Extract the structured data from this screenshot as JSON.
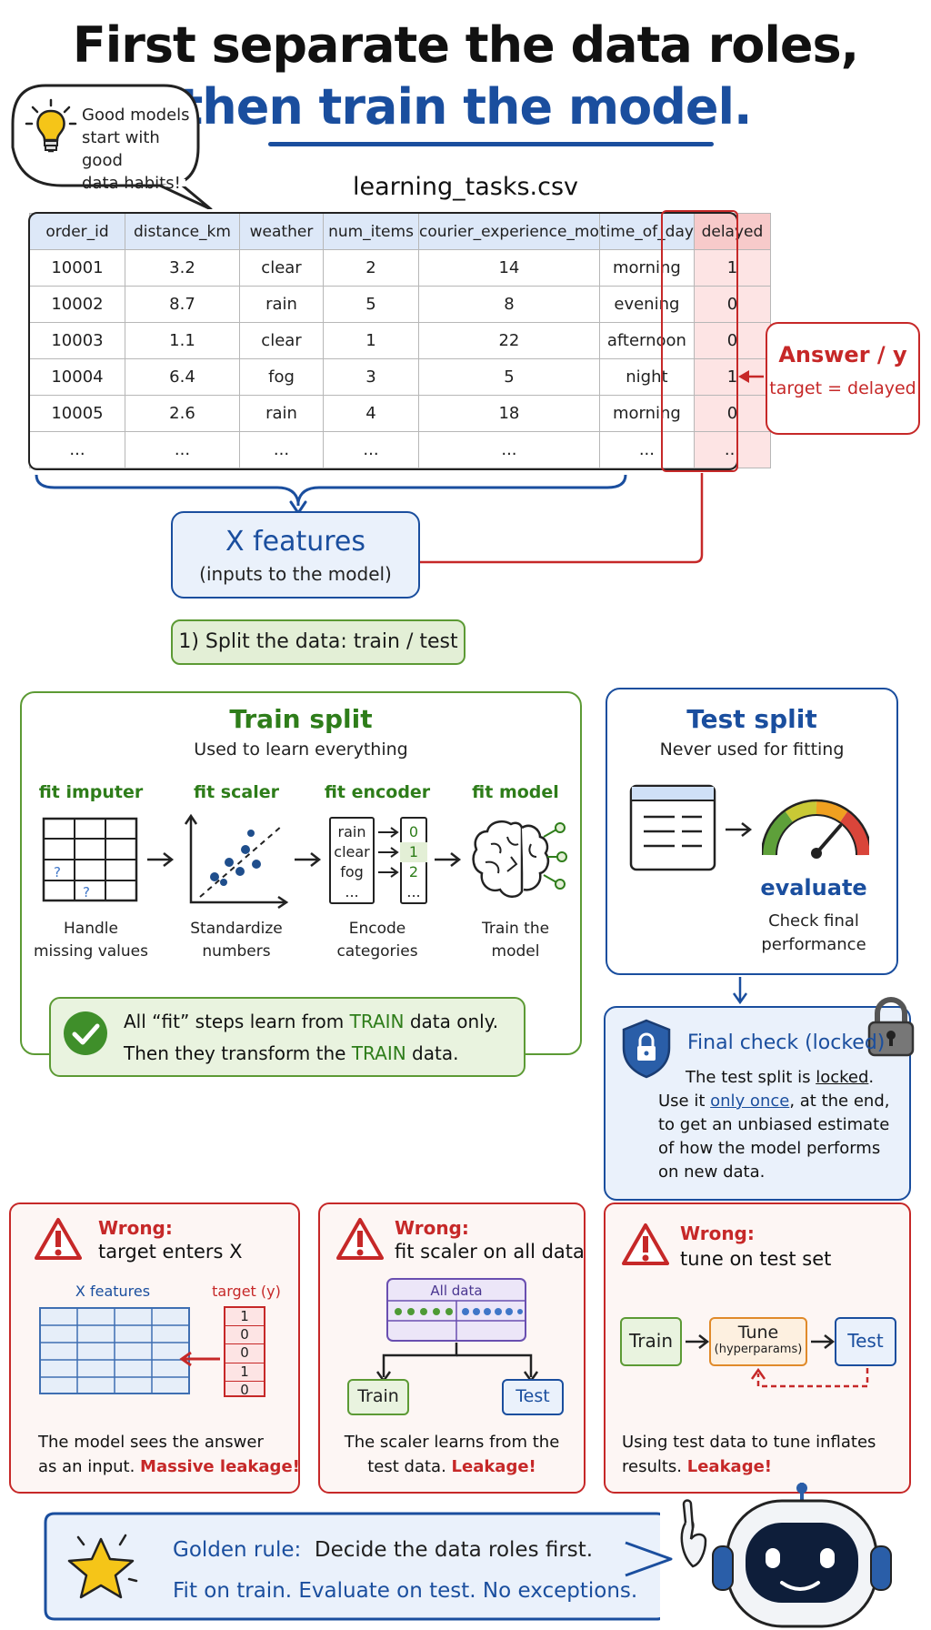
{
  "title": {
    "line1": "First separate the data roles,",
    "line2": "then train the model."
  },
  "tip_bubble": {
    "line1": "Good models",
    "line2": "start with good",
    "line3": "data habits!",
    "icon": "lightbulb-icon"
  },
  "table": {
    "filename": "learning_tasks.csv",
    "columns": [
      "order_id",
      "distance_km",
      "weather",
      "num_items",
      "courier_experience_mo",
      "time_of_day",
      "delayed"
    ],
    "rows": [
      [
        "10001",
        "3.2",
        "clear",
        "2",
        "14",
        "morning",
        "1"
      ],
      [
        "10002",
        "8.7",
        "rain",
        "5",
        "8",
        "evening",
        "0"
      ],
      [
        "10003",
        "1.1",
        "clear",
        "1",
        "22",
        "afternoon",
        "0"
      ],
      [
        "10004",
        "6.4",
        "fog",
        "3",
        "5",
        "night",
        "1"
      ],
      [
        "10005",
        "2.6",
        "rain",
        "4",
        "18",
        "morning",
        "0"
      ],
      [
        "...",
        "...",
        "...",
        "...",
        "...",
        "...",
        "..."
      ]
    ]
  },
  "answer_box": {
    "title": "Answer / y",
    "subtitle": "target = delayed"
  },
  "features_box": {
    "title": "X features",
    "subtitle": "(inputs to the model)"
  },
  "split_label": "1) Split the data: train / test",
  "train_split": {
    "title": "Train split",
    "subtitle": "Used to learn everything",
    "steps": [
      {
        "label": "fit imputer",
        "cap1": "Handle",
        "cap2": "missing values",
        "icon": "grid-missing-icon"
      },
      {
        "label": "fit scaler",
        "cap1": "Standardize",
        "cap2": "numbers",
        "icon": "scatter-plot-icon"
      },
      {
        "label": "fit encoder",
        "cap1": "Encode",
        "cap2": "categories",
        "icon": "encoder-icon",
        "cats": [
          "rain",
          "clear",
          "fog",
          "..."
        ],
        "codes": [
          "0",
          "1",
          "2",
          "..."
        ]
      },
      {
        "label": "fit model",
        "cap1": "Train the",
        "cap2": "model",
        "icon": "brain-icon"
      }
    ],
    "note": {
      "pre1": "All “fit” steps learn from ",
      "hl1": "TRAIN",
      "post1": " data only.",
      "pre2": "Then they transform the ",
      "hl2": "TRAIN",
      "post2": " data."
    }
  },
  "test_split": {
    "title": "Test split",
    "subtitle": "Never used for fitting",
    "evaluate": "evaluate",
    "cap1": "Check final",
    "cap2": "performance"
  },
  "final_check": {
    "title": "Final check (locked)",
    "line1_pre": "The test split is ",
    "line1_u": "locked",
    "line1_post": ".",
    "line2_pre": "Use it ",
    "line2_u": "only once",
    "line2_post": ", at the end,",
    "line3": "to get an unbiased estimate",
    "line4": "of how the model performs",
    "line5": "on new data."
  },
  "wrong1": {
    "title": "Wrong:",
    "sub": "target enters X",
    "x_label": "X features",
    "y_label": "target (y)",
    "y_values": [
      "1",
      "0",
      "0",
      "1",
      "0"
    ],
    "text1": "The model sees the answer",
    "text2_pre": "as an input. ",
    "text2_hl": "Massive leakage!"
  },
  "wrong2": {
    "title": "Wrong:",
    "sub": "fit scaler on all data",
    "all_label": "All data",
    "train": "Train",
    "test": "Test",
    "text1": "The scaler learns from the",
    "text2_pre": "test data. ",
    "text2_hl": "Leakage!"
  },
  "wrong3": {
    "title": "Wrong:",
    "sub": "tune on test set",
    "train": "Train",
    "tune": "Tune",
    "tune_sub": "(hyperparams)",
    "test": "Test",
    "text1": "Using test data to tune inflates",
    "text2_pre": "results. ",
    "text2_hl": "Leakage!"
  },
  "golden": {
    "label": "Golden rule:",
    "line1": "Decide the data roles first.",
    "line2": "Fit on train. Evaluate on test. No exceptions."
  },
  "colors": {
    "blue": "#1a4e9e",
    "red": "#c62828",
    "green": "#2e7d1a"
  }
}
